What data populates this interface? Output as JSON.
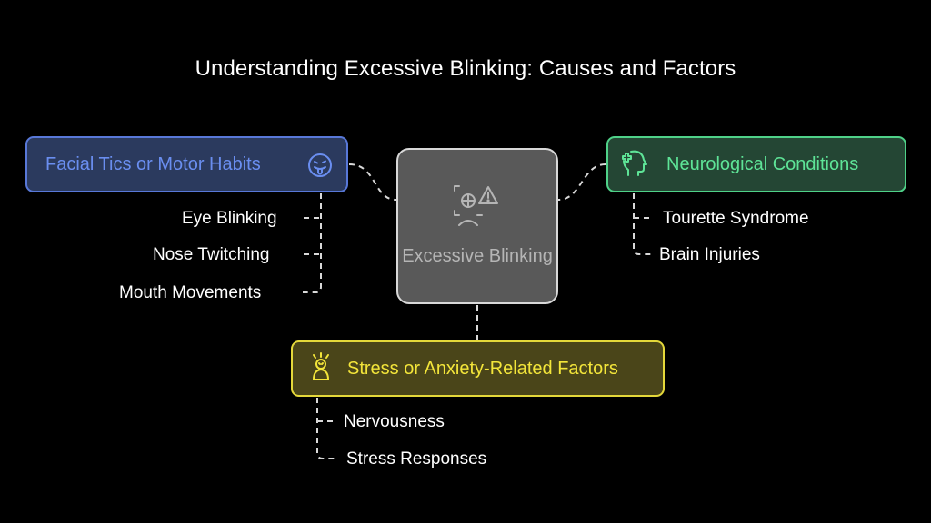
{
  "title": "Understanding Excessive Blinking: Causes and Factors",
  "center": {
    "label": "Excessive Blinking",
    "icon": "eye-warning-icon"
  },
  "categories": {
    "facial": {
      "label": "Facial Tics or Motor Habits",
      "icon": "tongue-out-face-icon",
      "color": "#6a8ef0",
      "items": [
        "Eye Blinking",
        "Nose Twitching",
        "Mouth Movements"
      ]
    },
    "neuro": {
      "label": "Neurological Conditions",
      "icon": "head-medical-icon",
      "color": "#5ee497",
      "items": [
        "Tourette Syndrome",
        "Brain Injuries"
      ]
    },
    "stress": {
      "label": "Stress or Anxiety-Related Factors",
      "icon": "stressed-person-icon",
      "color": "#f3e53a",
      "items": [
        "Nervousness",
        "Stress Responses"
      ]
    }
  }
}
